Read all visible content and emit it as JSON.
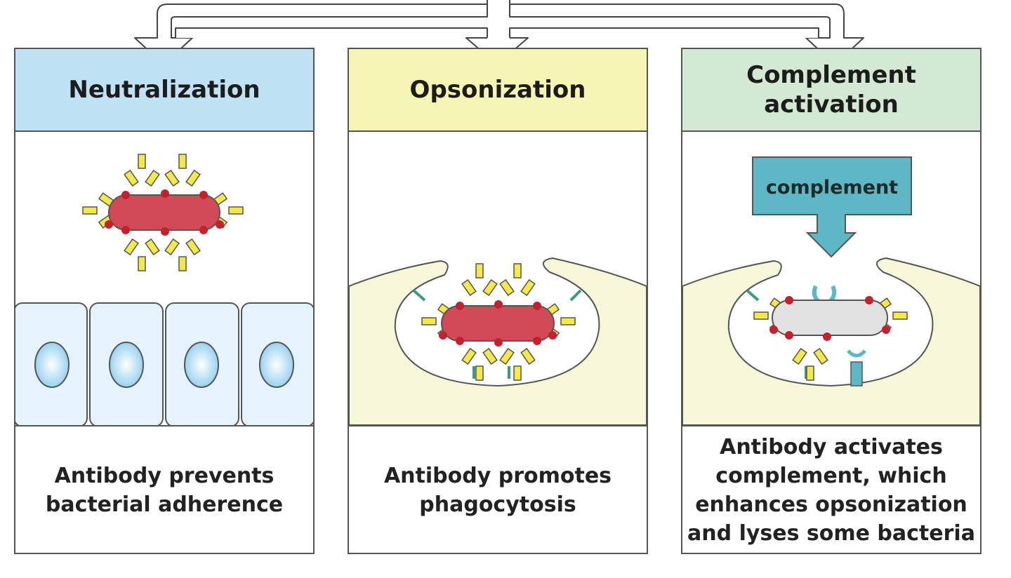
{
  "panels": [
    {
      "title": "Neutralization",
      "caption": "Antibody prevents\nbacterial adherence",
      "header_color": "#bfe3f5"
    },
    {
      "title": "Opsonization",
      "caption": "Antibody promotes\nphagocytosis",
      "header_color": "#f7f5b3"
    },
    {
      "title": "Complement\nactivation",
      "caption": "Antibody activates\ncomplement, which\nenhances opsonization\nand lyses some bacteria",
      "header_color": "#d3e9d3"
    }
  ],
  "complement_box": {
    "label": "complement",
    "color": "#5db7c4"
  },
  "colors": {
    "bacterium": "#d24a56",
    "bacterium_lysed": "#e2e2e2",
    "antibody": "#f5e84a",
    "antigen_dot": "#c4202e",
    "cell_fill": "#e4f3fc",
    "nucleus": "#8fcdef",
    "phagocyte": "#f6f7d9",
    "receptor": "#3c9a82"
  }
}
